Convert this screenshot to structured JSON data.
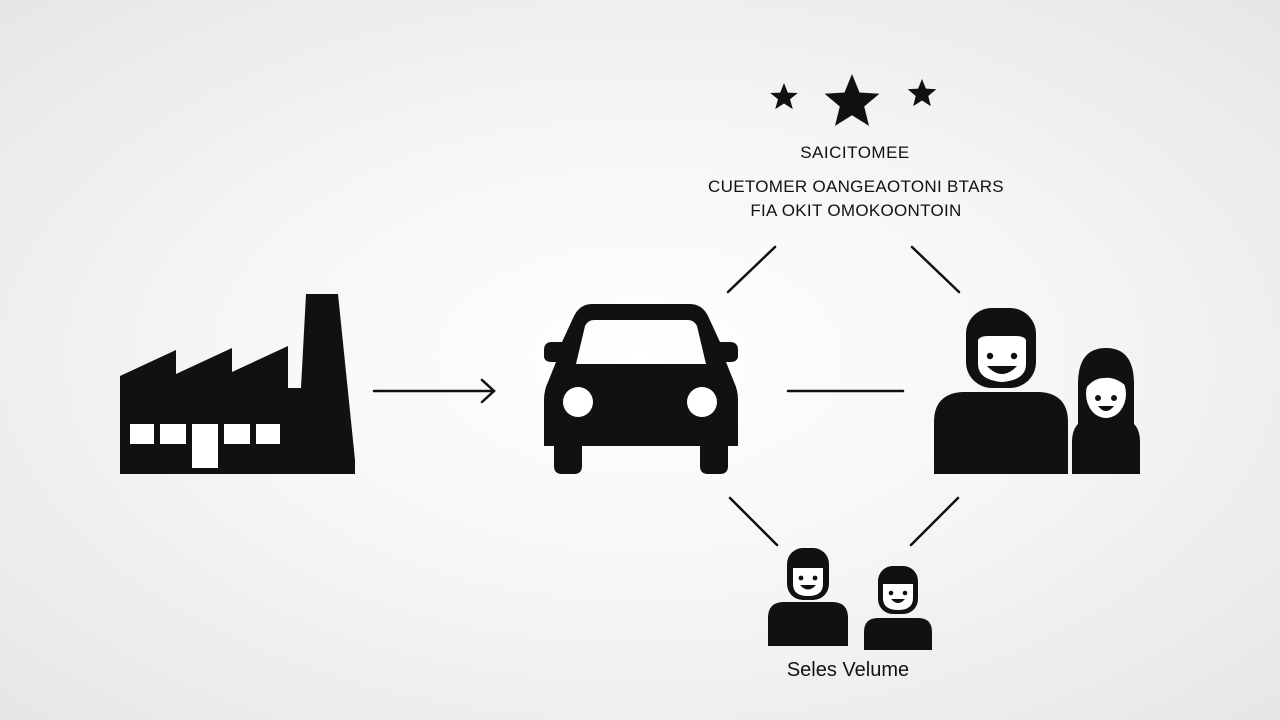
{
  "rating": {
    "stars": 3,
    "title": "SAICITOMEE",
    "line1": "CUETOMER OANGEAOTONI BTARS",
    "line2": "FIA OKIT OMOKOONTOIN"
  },
  "sales": {
    "label": "Seles Velume"
  },
  "colors": {
    "ink": "#111111",
    "background": "#f4f4f4"
  },
  "icons": [
    "factory-icon",
    "car-icon",
    "customers-icon",
    "sales-people-icon",
    "star-icon"
  ]
}
